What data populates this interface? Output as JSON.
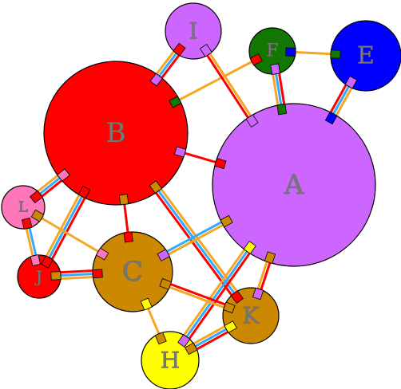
{
  "diagram": {
    "type": "chord-network",
    "colors": {
      "red": "#ff0000",
      "orange": "#f5a623",
      "blue": "#33aaff",
      "outline": "#000000"
    },
    "nodes": [
      {
        "id": "A",
        "label": "A",
        "color": "#cc66ff"
      },
      {
        "id": "B",
        "label": "B",
        "color": "#ff0000"
      },
      {
        "id": "C",
        "label": "C",
        "color": "#cc8800"
      },
      {
        "id": "E",
        "label": "E",
        "color": "#0000ff"
      },
      {
        "id": "F",
        "label": "F",
        "color": "#117700"
      },
      {
        "id": "H",
        "label": "H",
        "color": "#ffff00"
      },
      {
        "id": "I",
        "label": "I",
        "color": "#cc66ff"
      },
      {
        "id": "J",
        "label": "J",
        "color": "#ff0000"
      },
      {
        "id": "K",
        "label": "K",
        "color": "#cc8800"
      },
      {
        "id": "L",
        "label": "L",
        "color": "#ff77bb"
      }
    ],
    "edges": [
      {
        "from": "B",
        "to": "I",
        "colors": [
          "orange",
          "blue",
          "red"
        ]
      },
      {
        "from": "B",
        "to": "F",
        "colors": [
          "orange"
        ]
      },
      {
        "from": "B",
        "to": "A",
        "colors": [
          "red"
        ]
      },
      {
        "from": "B",
        "to": "L",
        "colors": [
          "red",
          "blue",
          "orange"
        ]
      },
      {
        "from": "B",
        "to": "J",
        "colors": [
          "red",
          "blue",
          "orange"
        ]
      },
      {
        "from": "B",
        "to": "C",
        "colors": [
          "red"
        ]
      },
      {
        "from": "B",
        "to": "K",
        "colors": [
          "orange",
          "blue",
          "red"
        ]
      },
      {
        "from": "I",
        "to": "A",
        "colors": [
          "orange",
          "red"
        ]
      },
      {
        "from": "F",
        "to": "E",
        "colors": [
          "orange"
        ]
      },
      {
        "from": "F",
        "to": "A",
        "colors": [
          "red",
          "blue",
          "orange"
        ]
      },
      {
        "from": "E",
        "to": "A",
        "colors": [
          "orange",
          "blue",
          "red"
        ]
      },
      {
        "from": "A",
        "to": "C",
        "colors": [
          "orange",
          "blue"
        ]
      },
      {
        "from": "A",
        "to": "K",
        "colors": [
          "red",
          "orange"
        ]
      },
      {
        "from": "A",
        "to": "H",
        "colors": [
          "red",
          "blue",
          "orange"
        ]
      },
      {
        "from": "L",
        "to": "J",
        "colors": [
          "blue",
          "orange"
        ]
      },
      {
        "from": "L",
        "to": "C",
        "colors": [
          "orange"
        ]
      },
      {
        "from": "J",
        "to": "C",
        "colors": [
          "red",
          "blue",
          "orange"
        ]
      },
      {
        "from": "C",
        "to": "K",
        "colors": [
          "red",
          "orange"
        ]
      },
      {
        "from": "C",
        "to": "H",
        "colors": [
          "orange"
        ]
      },
      {
        "from": "K",
        "to": "H",
        "colors": [
          "red",
          "blue",
          "orange"
        ]
      }
    ]
  }
}
